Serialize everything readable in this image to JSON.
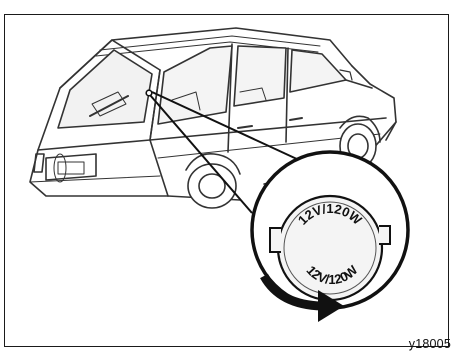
{
  "figure": {
    "socket_label_upper": "12V/120W",
    "socket_label_lower": "12V/120W",
    "code": "y18005"
  }
}
